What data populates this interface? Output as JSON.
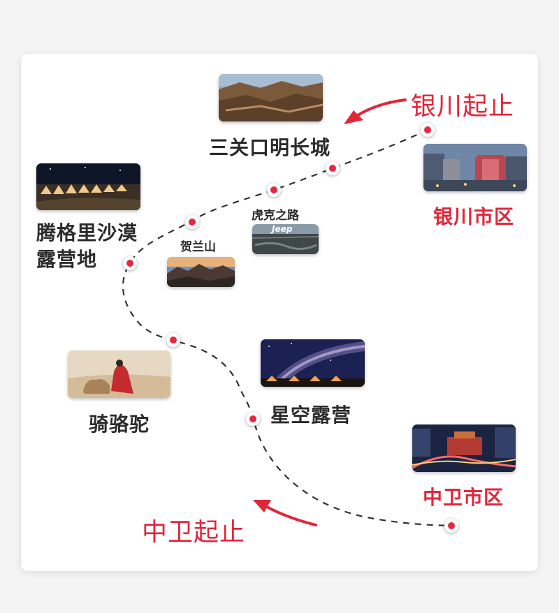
{
  "start_yinchuan": "银川起止",
  "start_zhongwei": "中卫起止",
  "stops": {
    "sanguankou": "三关口明长城",
    "yinchuan_city": "银川市区",
    "tengger": "腾格里沙漠露营地",
    "tengger_line1": "腾格里沙漠",
    "tengger_line2": "露营地",
    "hukezhilu": "虎克之路",
    "jeep_sign": "Jeep",
    "helanshan": "贺兰山",
    "camel": "骑骆驼",
    "stargazing": "星空露营",
    "zhongwei_city": "中卫市区"
  },
  "colors": {
    "accent": "#e2263a",
    "dot": "#e8263e",
    "text": "#2b2b2b",
    "route": "#333333"
  },
  "icons": [
    "route-marker-icon",
    "direction-arrow-icon"
  ]
}
